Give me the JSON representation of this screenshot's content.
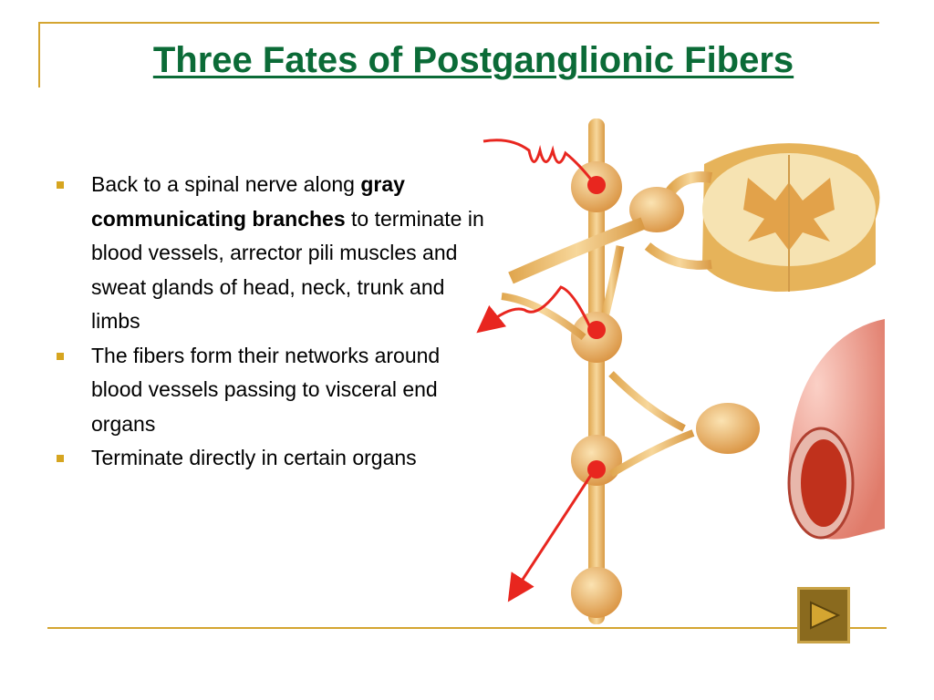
{
  "slide": {
    "title": "Three Fates of Postganglionic Fibers",
    "bullets": [
      {
        "before": "Back to a spinal nerve along ",
        "bold": "gray communicating branches",
        "after": " to terminate in blood vessels, arrector pili muscles and sweat glands of head, neck, trunk and limbs"
      },
      {
        "before": "The fibers form their networks around blood vessels passing to visceral end organs",
        "bold": "",
        "after": ""
      },
      {
        "before": "Terminate directly in certain organs",
        "bold": "",
        "after": ""
      }
    ]
  },
  "colors": {
    "title": "#0b6b37",
    "frame": "#d4a531",
    "bullet": "#d6a520",
    "nerve": "#f2c879",
    "fiber": "#e8261f"
  },
  "icons": {
    "next": "play-triangle-icon"
  }
}
